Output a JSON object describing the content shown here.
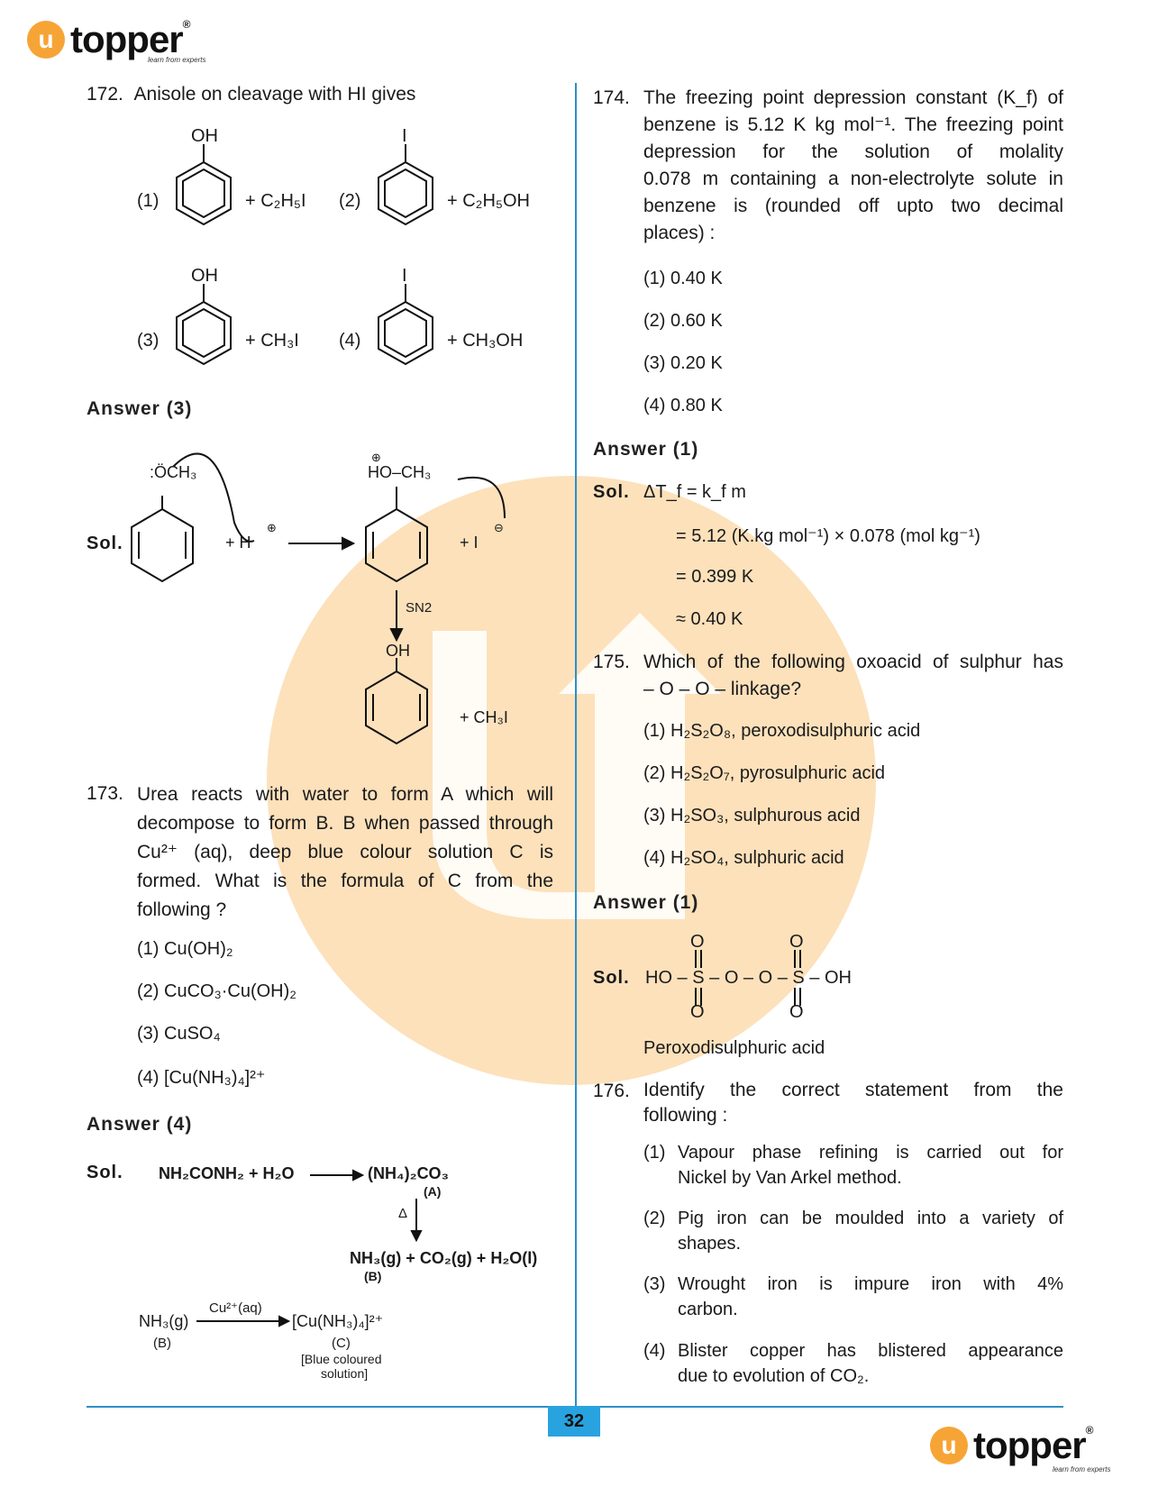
{
  "brand": {
    "name": "topper",
    "letter": "u",
    "reg": "®",
    "tagline": "learn from experts"
  },
  "page_number": "32",
  "q172": {
    "num": "172.",
    "text": "Anisole on cleavage with HI gives",
    "opts": [
      {
        "n": "(1)",
        "top": "OH",
        "reagent": "+ C₂H₅I"
      },
      {
        "n": "(2)",
        "top": "I",
        "reagent": "+ C₂H₅OH"
      },
      {
        "n": "(3)",
        "top": "OH",
        "reagent": "+ CH₃I"
      },
      {
        "n": "(4)",
        "top": "I",
        "reagent": "+ CH₃OH"
      }
    ],
    "answer": "Answer  (3)",
    "sol_label": "Sol.",
    "mech": {
      "och3": ":ÖCH₃",
      "plus_h": "+ H",
      "h_charge": "⊕",
      "ho_ch3": "HO–CH₃",
      "o_charge": "⊕",
      "plus_i": "+  I",
      "i_charge": "⊖",
      "sn2": "SN2",
      "oh": "OH",
      "ch3i": "+    CH₃I"
    }
  },
  "q173": {
    "num": "173.",
    "lines": [
      "Urea reacts with water to form A which will",
      "decompose to form B. B when passed through",
      "Cu²⁺ (aq), deep blue colour solution C is",
      "formed. What is the formula of C from the",
      "following ?"
    ],
    "opts": [
      "(1)  Cu(OH)₂",
      "(2)  CuCO₃·Cu(OH)₂",
      "(3)  CuSO₄",
      "(4)  [Cu(NH₃)₄]²⁺"
    ],
    "answer": "Answer (4)",
    "sol_label": "Sol.",
    "eq1_left": "NH₂CONH₂ + H₂O",
    "eq1_right": "(NH₄)₂CO₃",
    "label_a": "(A)",
    "delta": "Δ",
    "eq2": "NH₃(g) + CO₂(g) + H₂O(l)",
    "label_b": "(B)",
    "eq3_left": "NH₃(g)",
    "eq3_reagent": "Cu²⁺(aq)",
    "eq3_right": "[Cu(NH₃)₄]²⁺",
    "label_b2": "(B)",
    "label_c": "(C)",
    "note1": "[Blue coloured",
    "note2": "solution]"
  },
  "q174": {
    "num": "174.",
    "lines": [
      "The freezing point depression constant (K_f) of",
      "benzene is 5.12 K kg mol⁻¹. The freezing point",
      "depression  for  the  solution  of  molality",
      "0.078 m containing a non-electrolyte solute in",
      "benzene is (rounded off upto two decimal",
      "places) :"
    ],
    "opts": [
      "(1)  0.40 K",
      "(2)  0.60 K",
      "(3)  0.20 K",
      "(4)  0.80 K"
    ],
    "answer": "Answer (1)",
    "sol_label": "Sol.",
    "sol_lines": [
      "ΔT_f = k_f m",
      "= 5.12 (K.kg mol⁻¹) × 0.078 (mol kg⁻¹)",
      "= 0.399 K",
      "≈ 0.40 K"
    ]
  },
  "q175": {
    "num": "175.",
    "lines": [
      "Which of the following oxoacid of sulphur has",
      "– O – O – linkage?"
    ],
    "opts": [
      "(1)  H₂S₂O₈, peroxodisulphuric acid",
      "(2)  H₂S₂O₇, pyrosulphuric acid",
      "(3)  H₂SO₃, sulphurous acid",
      "(4)  H₂SO₄, sulphuric acid"
    ],
    "answer": "Answer (1)",
    "sol_label": "Sol.",
    "structure": "HO – S – O – O – S – OH",
    "o_atom": "O",
    "caption": "Peroxodisulphuric acid"
  },
  "q176": {
    "num": "176.",
    "lines": [
      "Identify  the  correct  statement  from  the",
      "following :"
    ],
    "opts": [
      [
        "(1)",
        "Vapour phase refining is carried out for",
        "Nickel by Van Arkel method."
      ],
      [
        "(2)",
        "Pig iron can be moulded into a variety of",
        "shapes."
      ],
      [
        "(3)",
        "Wrought iron is impure iron with 4%",
        "carbon."
      ],
      [
        "(4)",
        "Blister copper has blistered appearance",
        "due to evolution of CO₂."
      ]
    ]
  }
}
